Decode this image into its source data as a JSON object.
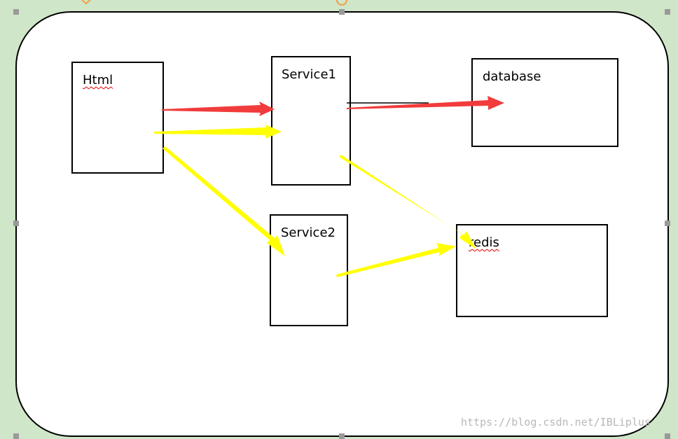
{
  "diagram": {
    "nodes": {
      "html": {
        "label": "Html"
      },
      "service1": {
        "label": "Service1"
      },
      "service2": {
        "label": "Service2"
      },
      "database": {
        "label": "database"
      },
      "redis": {
        "label": "redis"
      }
    },
    "edges": [
      {
        "from": "Html",
        "to": "Service1",
        "color": "red"
      },
      {
        "from": "Html",
        "to": "Service1",
        "color": "yellow"
      },
      {
        "from": "Html",
        "to": "Service2",
        "color": "yellow"
      },
      {
        "from": "Service1",
        "to": "database",
        "color": "red"
      },
      {
        "from": "Service1",
        "to": "redis",
        "color": "yellow"
      },
      {
        "from": "Service2",
        "to": "redis",
        "color": "yellow"
      }
    ],
    "colors": {
      "red_arrow": "#f23b3b",
      "yellow_arrow": "#ffff00",
      "background": "#cfe6c8",
      "outline": "#000000"
    }
  },
  "watermark": "https://blog.csdn.net/IBLiplus"
}
